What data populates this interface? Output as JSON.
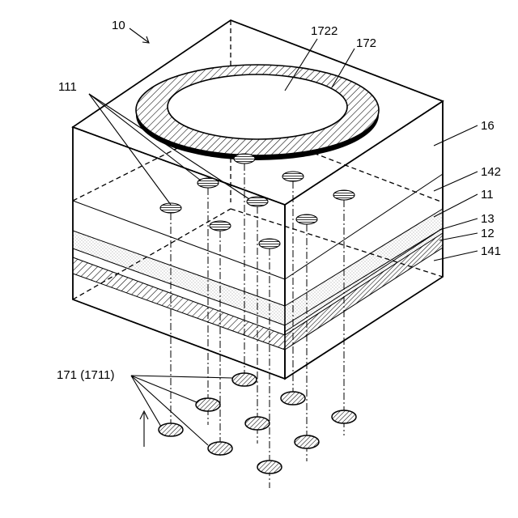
{
  "figure": {
    "labels": {
      "device": "10",
      "ring_inner": "1722",
      "ring": "172",
      "holes": "111",
      "top_layer": "16",
      "layer_142": "142",
      "layer_11": "11",
      "layer_13": "13",
      "layer_12": "12",
      "layer_141": "141",
      "balls": "171 (1711)"
    }
  }
}
